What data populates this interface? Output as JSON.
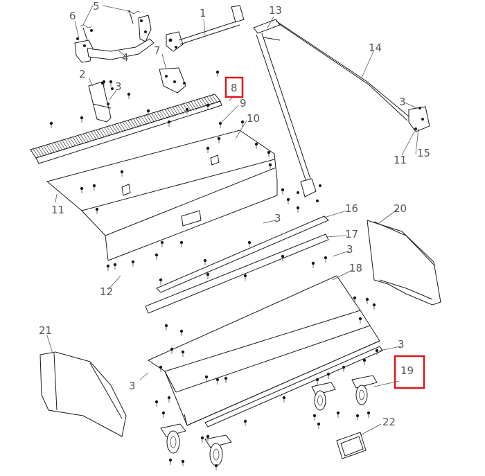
{
  "callouts": {
    "c1": "1",
    "c2": "2",
    "c3a": "3",
    "c3b": "3",
    "c3c": "3",
    "c3d": "3",
    "c3e": "3",
    "c3f": "3",
    "c4": "4",
    "c5": "5",
    "c6": "6",
    "c7": "7",
    "c8": "8",
    "c9": "9",
    "c10": "10",
    "c11a": "11",
    "c11b": "11",
    "c12": "12",
    "c13": "13",
    "c14": "14",
    "c15": "15",
    "c16": "16",
    "c17": "17",
    "c18": "18",
    "c19": "19",
    "c20": "20",
    "c21": "21",
    "c22": "22"
  },
  "highlighted_callouts": [
    "8",
    "19"
  ],
  "colors": {
    "line": "#1a1a1a",
    "callout": "#555555",
    "highlight": "#e0141b"
  }
}
